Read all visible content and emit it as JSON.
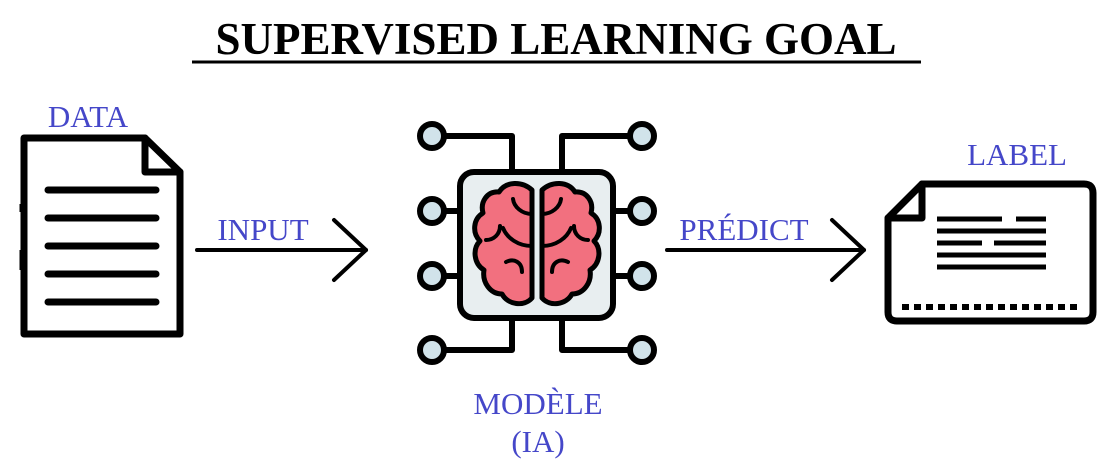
{
  "title": "SUPERVISED LEARNING GOAL",
  "nodes": {
    "data": {
      "label": "DATA"
    },
    "model": {
      "label_line1": "MODÈLE",
      "label_line2": "(IA)"
    },
    "label": {
      "label": "LABEL"
    }
  },
  "edges": {
    "input": {
      "label": "INPUT"
    },
    "predict": {
      "label": "PRÉDICT"
    }
  },
  "colors": {
    "label_text": "#4547c9",
    "outline": "#000000",
    "chip_fill": "#e8eef0",
    "brain_fill": "#f2707f",
    "node_fill": "#d1e3ea",
    "title_text": "#000000"
  }
}
